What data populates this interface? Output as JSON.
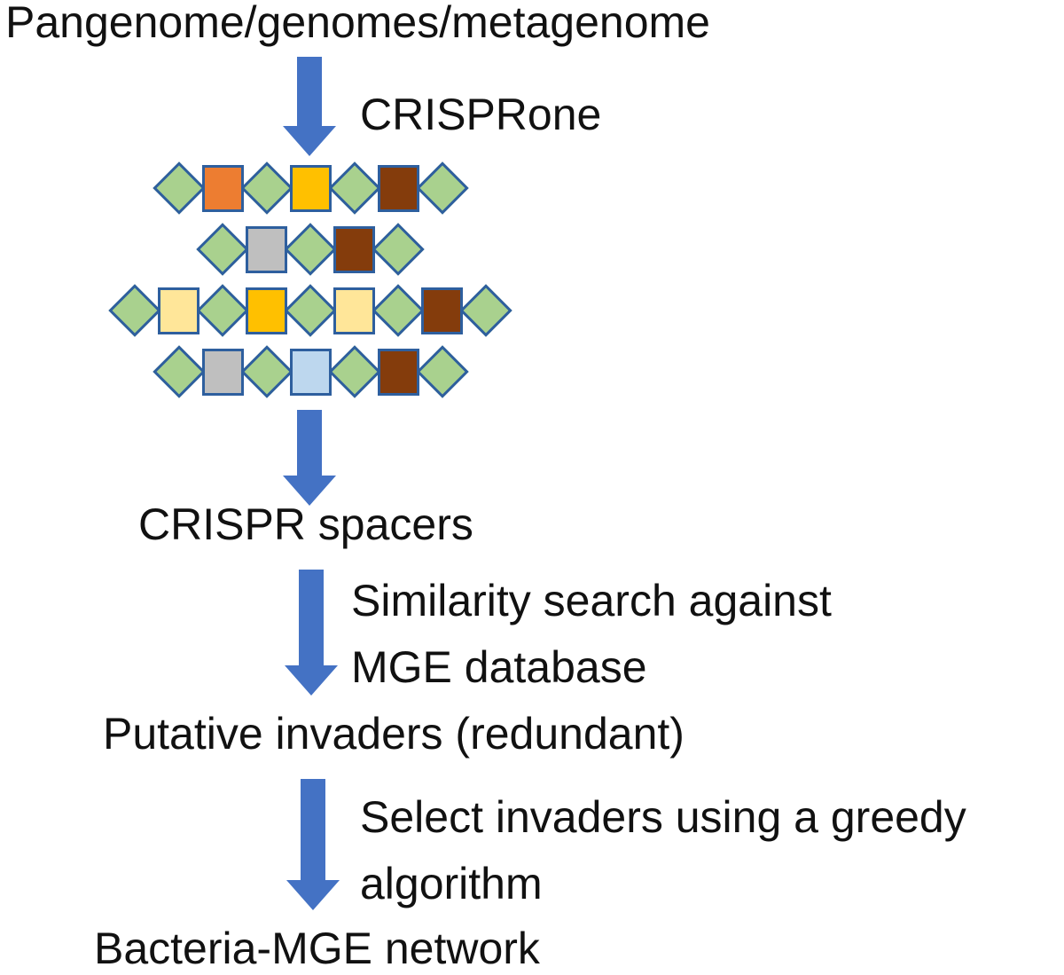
{
  "title": "Pangenome/genomes/metagenome",
  "flow": {
    "crisprone_arrow_label": "CRISPRone",
    "crispr_spacers_label": "CRISPR spacers",
    "similarity_label_line1": "Similarity search against",
    "similarity_label_line2": "MGE database",
    "putative_invaders_label": "Putative invaders (redundant)",
    "select_label_line1": "Select invaders using a greedy",
    "select_label_line2": "algorithm",
    "network_label": "Bacteria-MGE network"
  },
  "crispr_arrays": [
    {
      "shapes": [
        "diamond",
        "orange",
        "diamond",
        "amber",
        "diamond",
        "brown",
        "diamond"
      ]
    },
    {
      "shapes": [
        "diamond",
        "gray",
        "diamond",
        "brown",
        "diamond"
      ]
    },
    {
      "shapes": [
        "diamond",
        "lightyellow",
        "diamond",
        "amber",
        "diamond",
        "lightyellow",
        "diamond",
        "brown",
        "diamond"
      ]
    },
    {
      "shapes": [
        "diamond",
        "gray",
        "diamond",
        "lightblue",
        "diamond",
        "brown",
        "diamond"
      ]
    }
  ],
  "colors": {
    "arrow": "#4472c4",
    "shape_border": "#2e5f9e",
    "repeat_green": "#a9d18e",
    "spacer_orange": "#ed7d31",
    "spacer_amber": "#ffc000",
    "spacer_brown": "#843c0c",
    "spacer_gray": "#bfbfbf",
    "spacer_lightyellow": "#ffe699",
    "spacer_lightblue": "#bdd7ee"
  }
}
